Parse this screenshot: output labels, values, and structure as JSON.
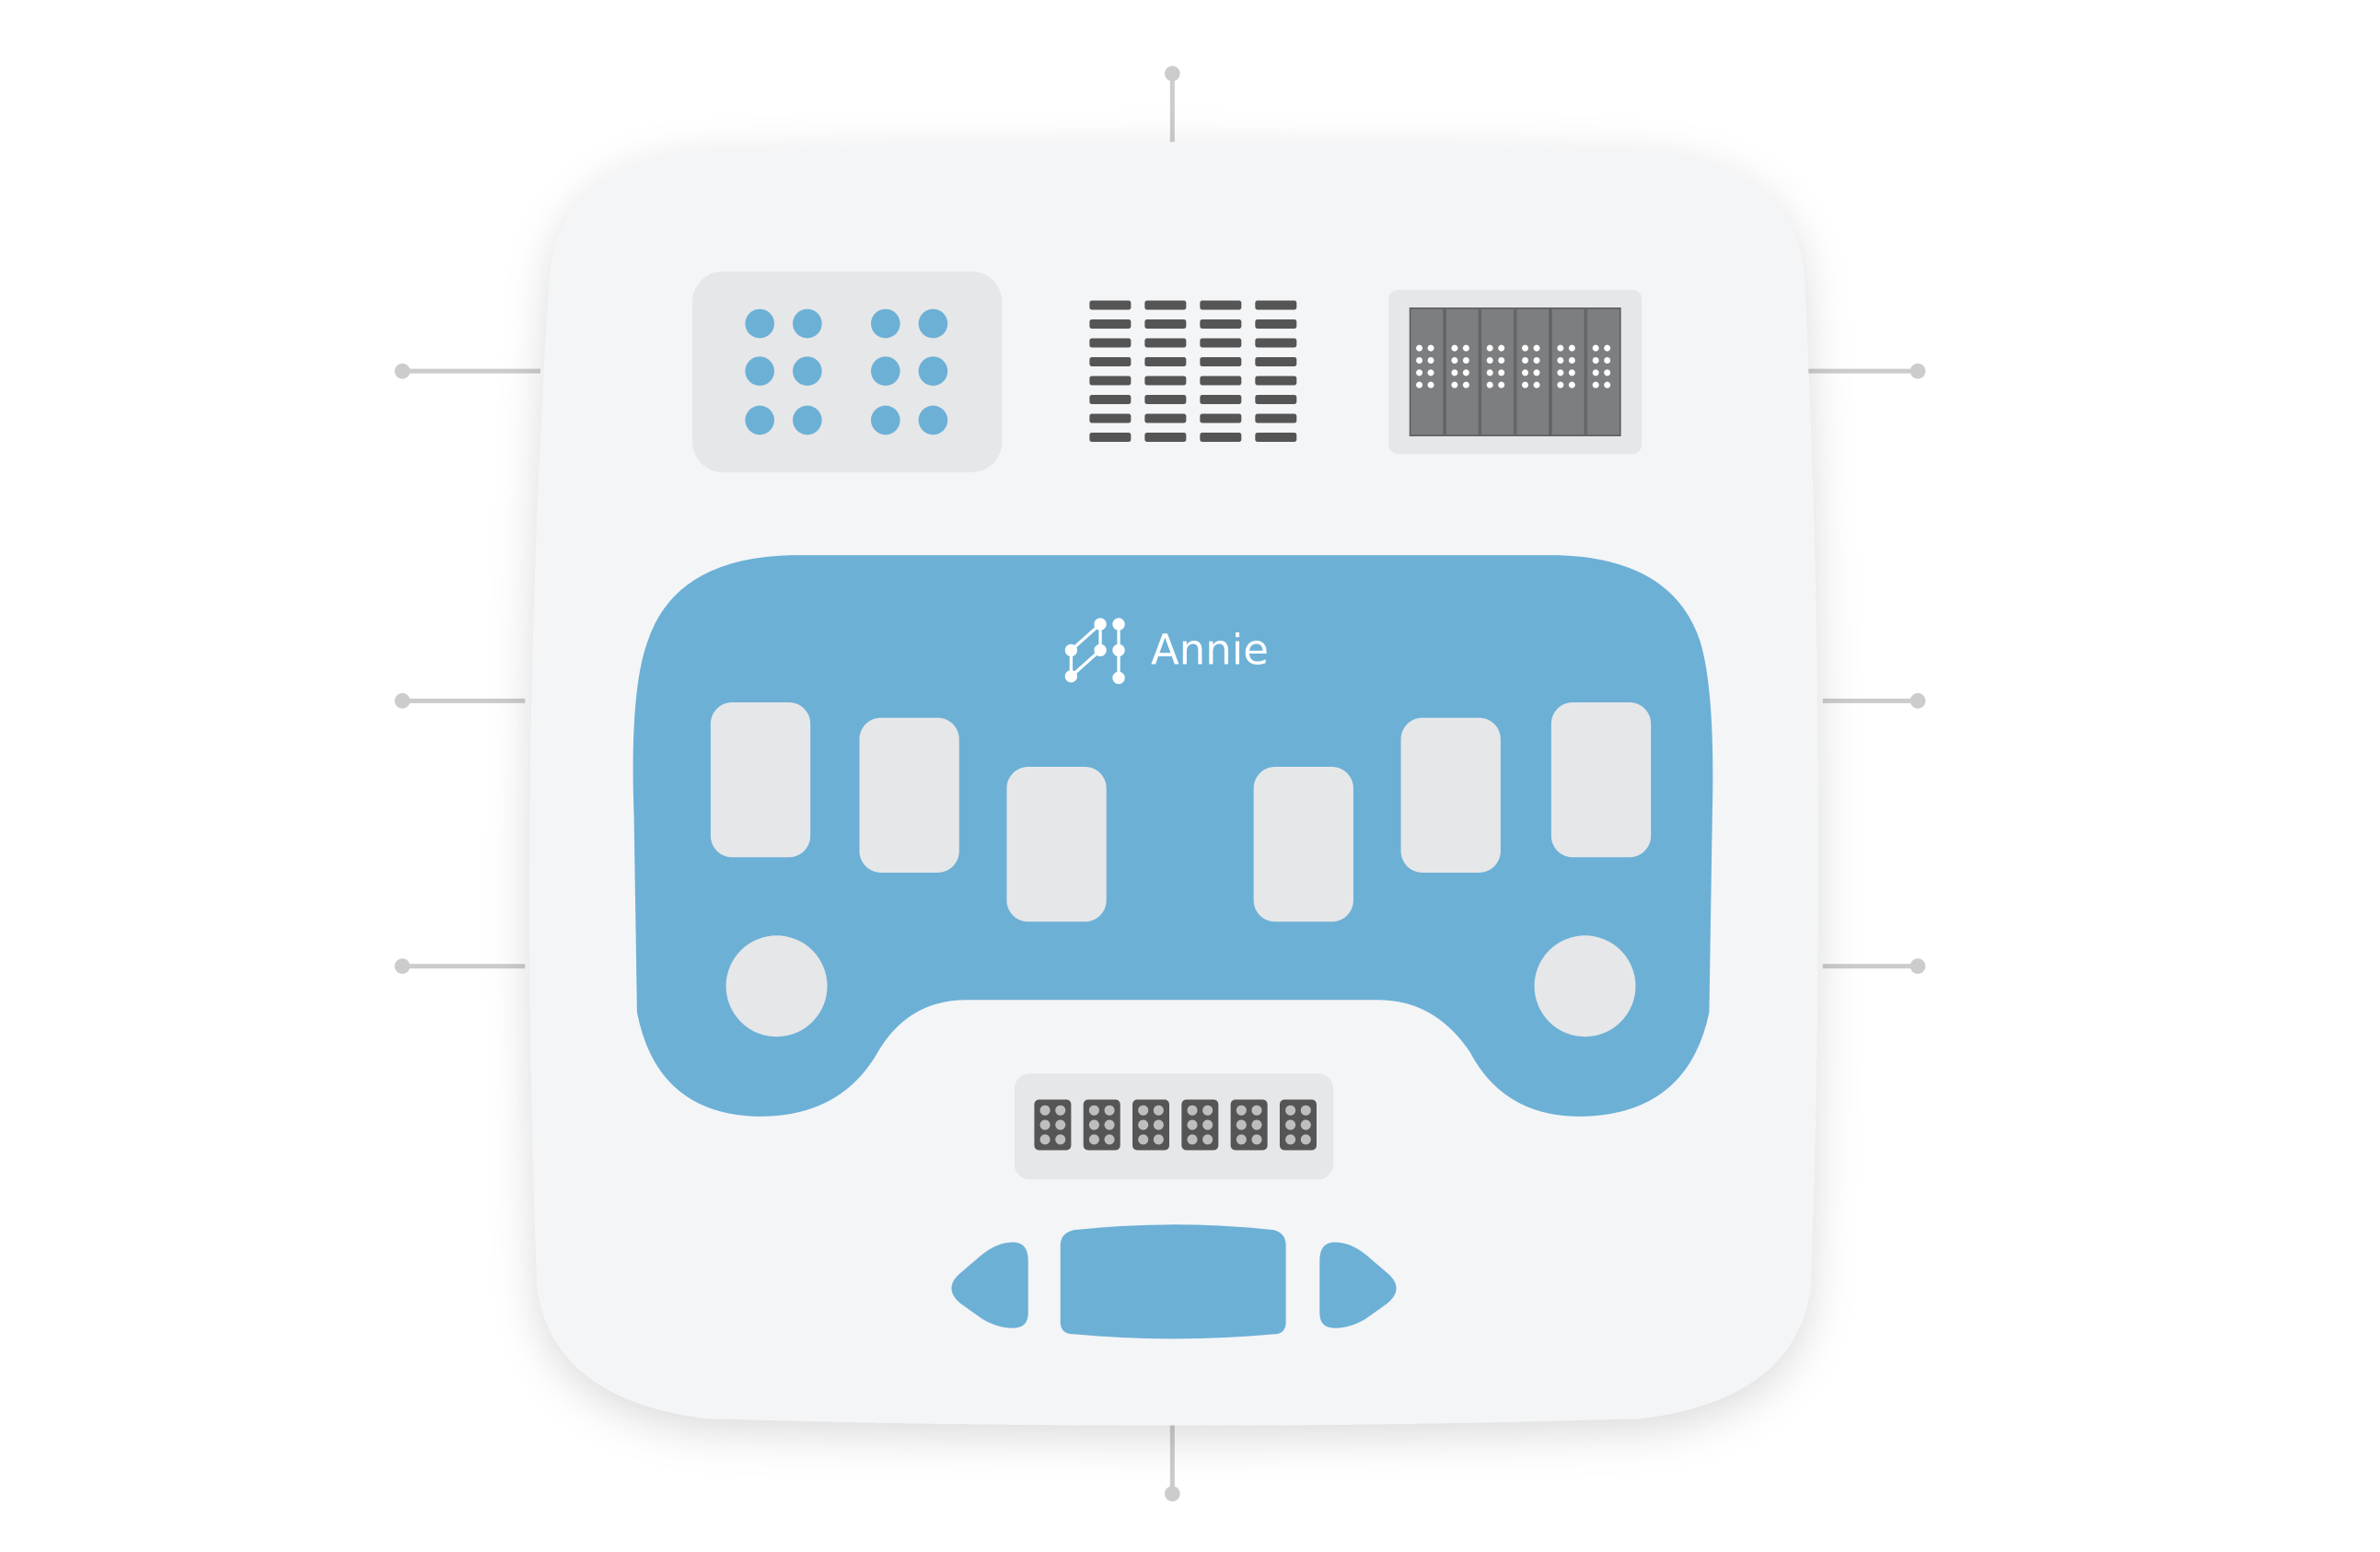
{
  "device": {
    "brand_label": "Annie",
    "colors": {
      "background": "#ffffff",
      "body": "#f4f5f7",
      "panel": "#e6e7e9",
      "accent": "#6cb0d6",
      "dark": "#555555",
      "connector": "#cccccc"
    }
  },
  "icons": {
    "logo": "annie-logo-icon",
    "braille_cell_grid": "braille-dots-icon",
    "speaker_grille": "speaker-grille-icon",
    "braille_display": "braille-display-icon",
    "braille_strip": "braille-strip-icon"
  },
  "braille_display": {
    "cells": 6
  },
  "braille_strip": {
    "cells": 6
  },
  "keys": {
    "braille_keys": 6,
    "round_buttons": 2,
    "nav": [
      "nav-left-button",
      "nav-select-button",
      "nav-right-button"
    ]
  }
}
